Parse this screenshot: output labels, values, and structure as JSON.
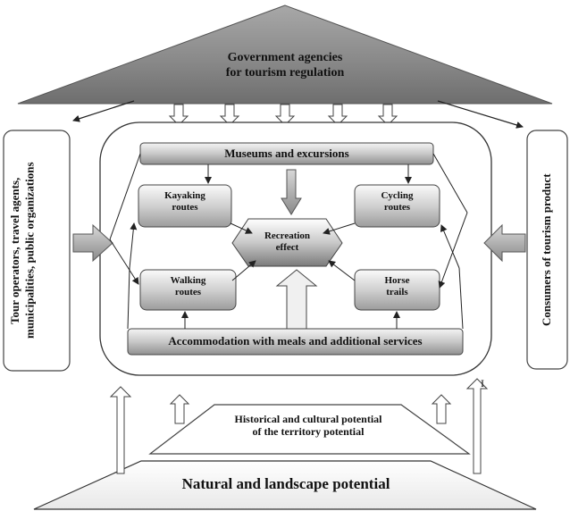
{
  "roof": {
    "line1": "Government agencies",
    "line2": "for tourism regulation"
  },
  "left_panel": {
    "line1": "Tour operators, travel agents,",
    "line2": "municipalities, public organizations"
  },
  "right_panel": {
    "text": "Consumers of tourism product"
  },
  "museums": {
    "label": "Museums and excursions"
  },
  "kayaking": {
    "line1": "Kayaking",
    "line2": "routes"
  },
  "cycling": {
    "line1": "Cycling",
    "line2": "routes"
  },
  "walking": {
    "line1": "Walking",
    "line2": "routes"
  },
  "horse": {
    "line1": "Horse",
    "line2": "trails"
  },
  "recreation": {
    "line1": "Recreation",
    "line2": "effect"
  },
  "accommodation": {
    "label": "Accommodation with meals and additional services"
  },
  "historical": {
    "line1": "Historical and cultural potential",
    "line2": "of the territory potential"
  },
  "natural": {
    "label": "Natural and landscape potential"
  },
  "marker": {
    "text": "I"
  }
}
